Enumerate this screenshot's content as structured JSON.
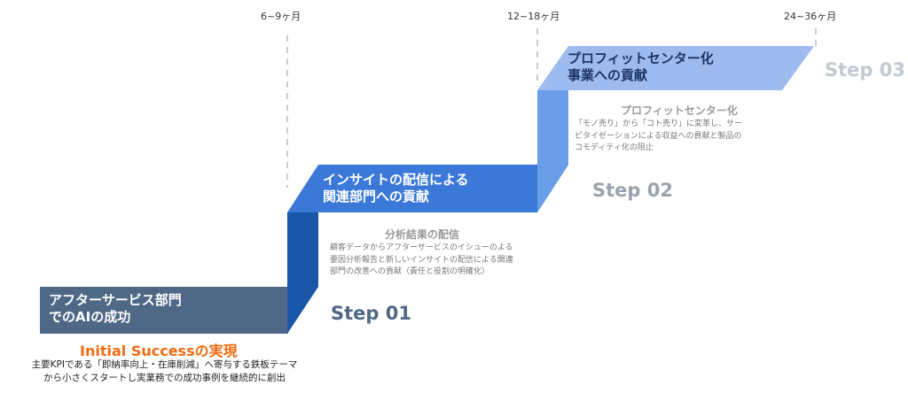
{
  "timeline": {
    "t1": "6~9ヶ月",
    "t2": "12~18ヶ月",
    "t3": "24~36ヶ月"
  },
  "stage1": {
    "title_line1": "アフターサービス部門",
    "title_line2": "でのAIの成功",
    "step": "Step 01",
    "headline": "Initial Successの実現",
    "desc_line1": "主要KPIである「即納率向上・在庫削減」へ寄与する鉄板テーマ",
    "desc_line2": "から小さくスタートし実業務での成功事例を継続的に創出"
  },
  "stage2": {
    "title_line1": "インサイトの配信による",
    "title_line2": "関連部門への貢献",
    "step": "Step 02",
    "headline": "分析結果の配信",
    "desc_line1": "顧客データからアフターサービスのイシューのよる",
    "desc_line2": "要因分析報告と新しいインサイトの配信による関連",
    "desc_line3": "部門の改善への貢献（責任と役割の明確化）"
  },
  "stage3": {
    "title_line1": "プロフィットセンター化",
    "title_line2": "事業への貢献",
    "step": "Step 03",
    "headline": "プロフィットセンター化",
    "desc_line1": "「モノ売り」から「コト売り」に変革し、サー",
    "desc_line2": "ビタイゼーションによる収益への貢献と製品の",
    "desc_line3": "コモディティ化の阻止"
  },
  "colors": {
    "stage1_box": "#4f6886",
    "stage1_step": "#4f6886",
    "stage2_box": "#3b78d8",
    "stage2_riser": "#1a56a8",
    "stage2_step": "#9aa3ad",
    "stage3_box": "#9dbbef",
    "stage3_riser": "#6a9ee8",
    "stage3_step": "#c2c9d1",
    "initial_headline": "#f26b10"
  }
}
